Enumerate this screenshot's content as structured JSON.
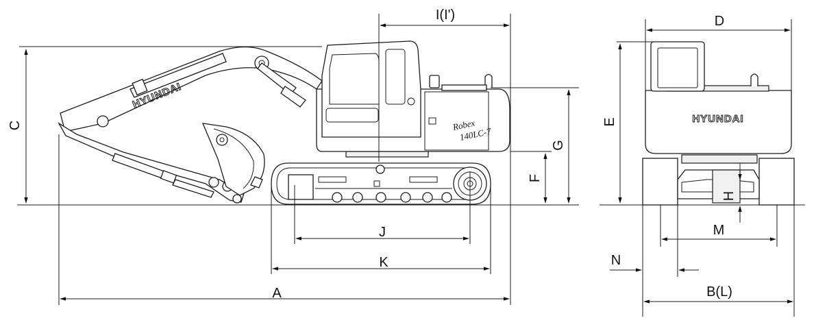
{
  "brand": "HYUNDAI",
  "model": "140LC-7",
  "model_script": "Robex",
  "dimensions": {
    "A": "A",
    "B": "B(L)",
    "C": "C",
    "D": "D",
    "E": "E",
    "F": "F",
    "G": "G",
    "H": "H",
    "I": "I(I')",
    "J": "J",
    "K": "K",
    "M": "M",
    "N": "N"
  }
}
